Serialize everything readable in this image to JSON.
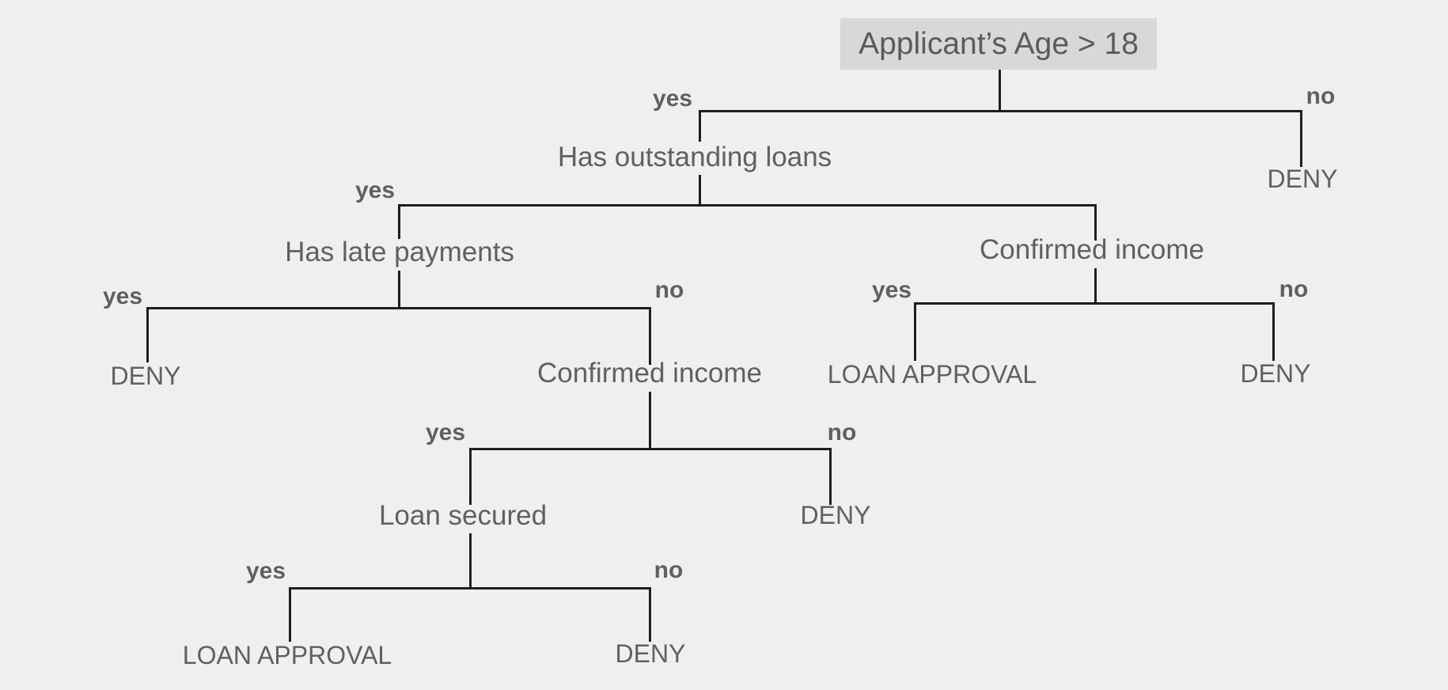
{
  "diagram": {
    "colors": {
      "background": "#efefef",
      "line": "#1e1e1e",
      "text": "#5e6062",
      "root_box_fill": "#d8d8d8",
      "root_text": "#595b5d"
    },
    "edge_labels": {
      "yes": "yes",
      "no": "no"
    },
    "tree": {
      "question": "Applicant’s Age > 18",
      "yes": {
        "question": "Has outstanding loans",
        "yes": {
          "question": "Has late payments",
          "yes": {
            "result": "DENY"
          },
          "no": {
            "question": "Confirmed income",
            "yes": {
              "question": "Loan secured",
              "yes": {
                "result": "LOAN APPROVAL"
              },
              "no": {
                "result": "DENY"
              }
            },
            "no": {
              "result": "DENY"
            }
          }
        },
        "no": {
          "question": "Confirmed income",
          "yes": {
            "result": "LOAN APPROVAL"
          },
          "no": {
            "result": "DENY"
          }
        }
      },
      "no": {
        "result": "DENY"
      }
    }
  }
}
